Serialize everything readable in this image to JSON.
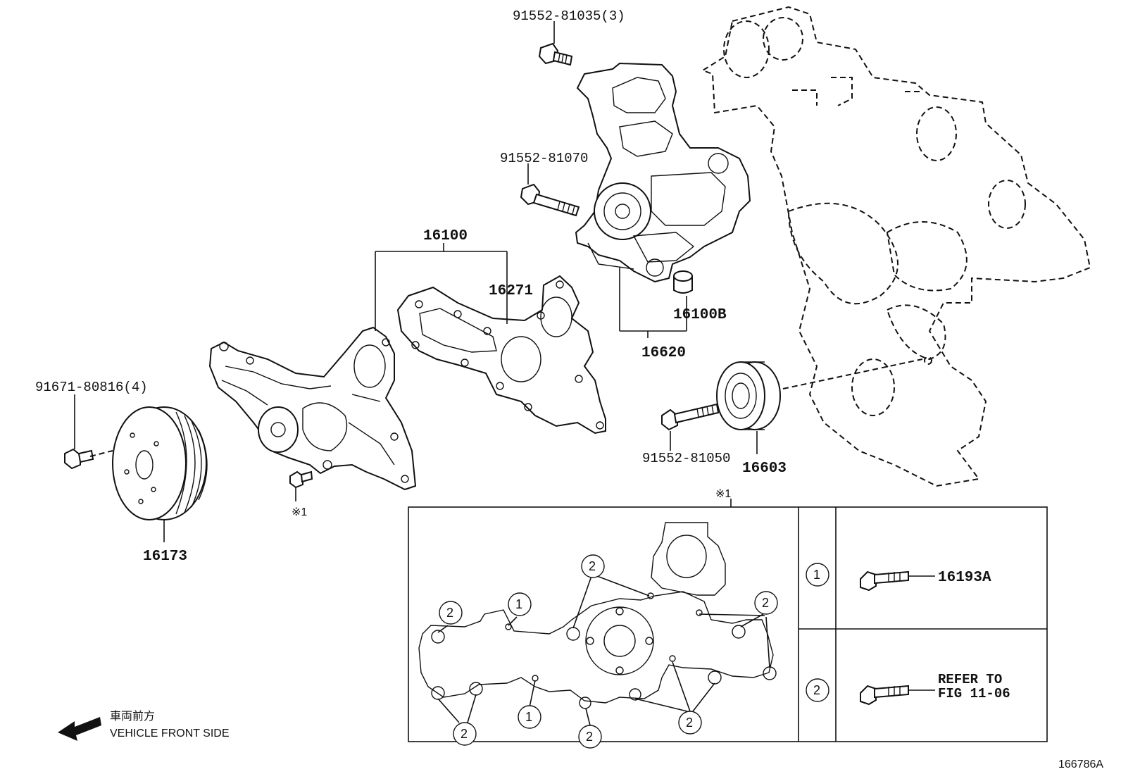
{
  "parts": {
    "bolt_91552_81035": "91552-81035(3)",
    "bolt_91552_81070": "91552-81070",
    "assy_16100": "16100",
    "gasket_16271": "16271",
    "part_16100B": "16100B",
    "bracket_16620": "16620",
    "bolt_91671_80816": "91671-80816(4)",
    "bolt_91552_81050": "91552-81050",
    "pulley_16603": "16603",
    "pulley_16173": "16173",
    "note_mark": "※1"
  },
  "callouts": {
    "one": "1",
    "two": "2"
  },
  "legend": {
    "row1_part": "16193A",
    "row2_line1": "REFER TO",
    "row2_line2": "FIG 11-06"
  },
  "direction": {
    "japanese": "車両前方",
    "english": "VEHICLE FRONT SIDE"
  },
  "figure_id": "166786A"
}
